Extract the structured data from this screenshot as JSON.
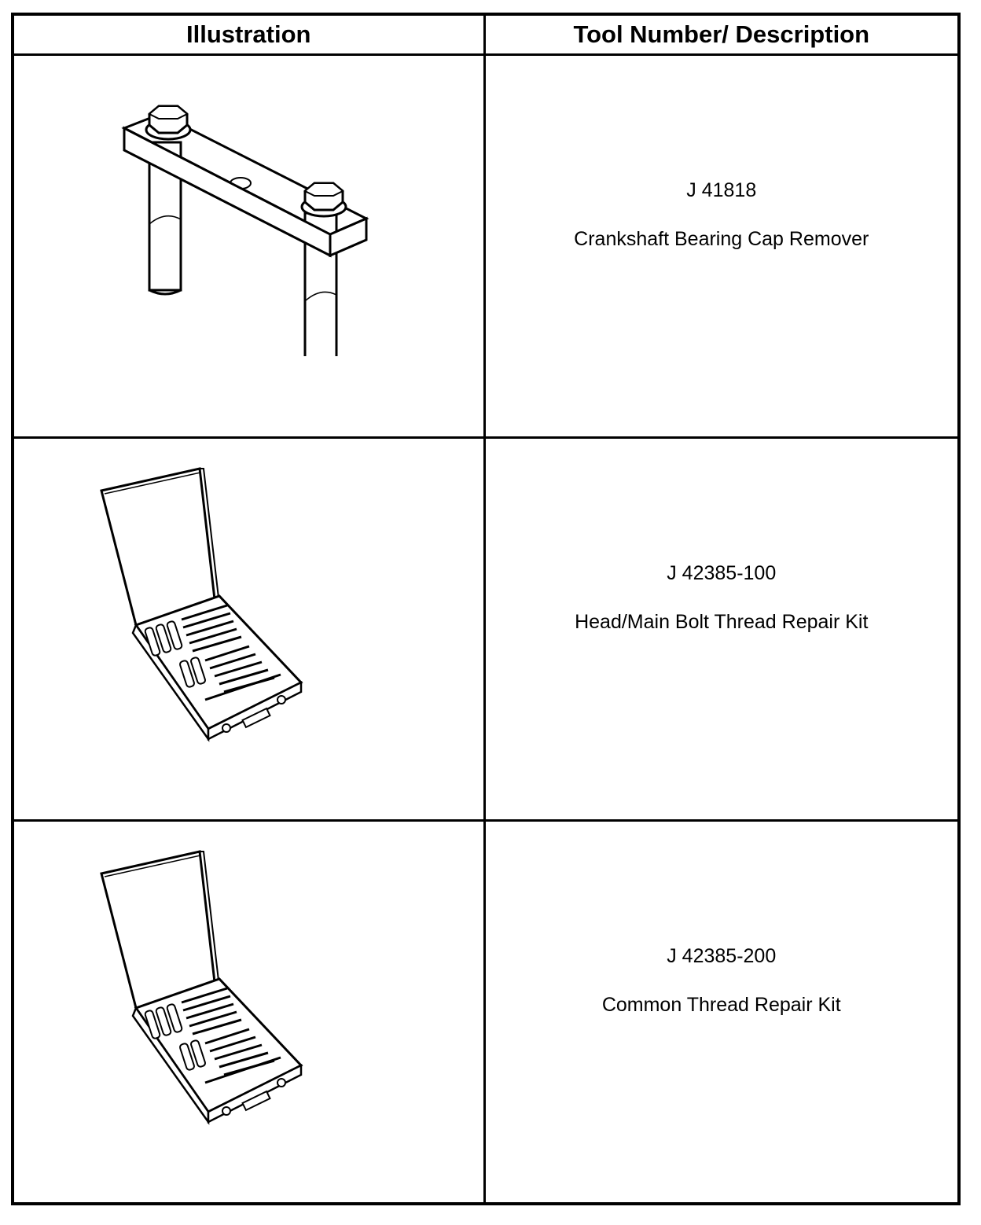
{
  "table": {
    "headers": {
      "illustration": "Illustration",
      "description": "Tool Number/ Description"
    },
    "rows": [
      {
        "tool_number": "J 41818",
        "description": "Crankshaft Bearing Cap Remover",
        "illustration_icon": "bearing-cap-remover-icon"
      },
      {
        "tool_number": "J 42385-100",
        "description": "Head/Main Bolt Thread Repair Kit",
        "illustration_icon": "thread-repair-kit-icon"
      },
      {
        "tool_number": "J 42385-200",
        "description": "Common Thread Repair Kit",
        "illustration_icon": "thread-repair-kit-icon"
      }
    ]
  }
}
